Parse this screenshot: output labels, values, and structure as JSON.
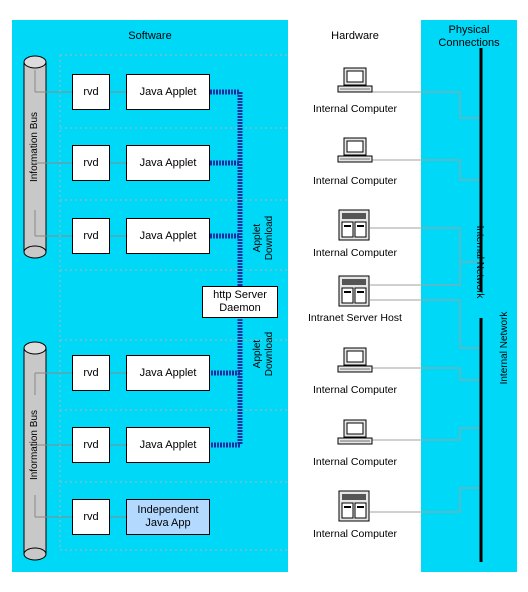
{
  "headers": {
    "software": "Software",
    "hardware": "Hardware",
    "physical_line1": "Physical",
    "physical_line2": "Connections"
  },
  "buses": {
    "top": "Information Bus",
    "bottom": "Information Bus"
  },
  "rvd_label": "rvd",
  "applet_label": "Java Applet",
  "independent_app": {
    "line1": "Independent",
    "line2": "Java App"
  },
  "http_server": {
    "line1": "http Server",
    "line2": "Daemon"
  },
  "applet_download": {
    "line1": "Applet",
    "line2": "Download"
  },
  "hardware_items": [
    {
      "label": "Internal Computer",
      "icon": "computer-icon"
    },
    {
      "label": "Internal Computer",
      "icon": "computer-icon"
    },
    {
      "label": "Internal Computer",
      "icon": "server-icon"
    },
    {
      "label": "Intranet Server Host",
      "icon": "server-icon"
    },
    {
      "label": "Internal Computer",
      "icon": "computer-icon"
    },
    {
      "label": "Internal Computer",
      "icon": "computer-icon"
    },
    {
      "label": "Internal Computer",
      "icon": "server-icon"
    }
  ],
  "networks": {
    "top": "Internal Network",
    "bottom": "Internal Network"
  },
  "colors": {
    "panel": "#00d8f8",
    "app_fill": "#b3d9ff",
    "download_path": "#1a2fa0"
  }
}
